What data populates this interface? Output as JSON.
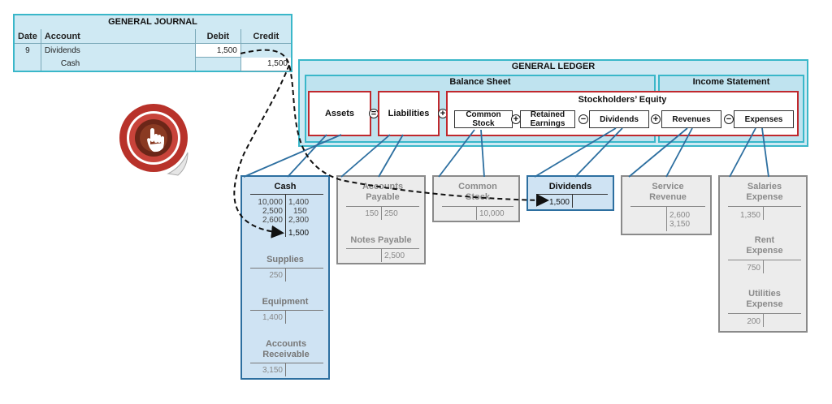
{
  "journal": {
    "title": "GENERAL JOURNAL",
    "headers": {
      "date": "Date",
      "account": "Account",
      "debit": "Debit",
      "credit": "Credit"
    },
    "rows": [
      {
        "date": "9",
        "account": "Dividends",
        "debit": "1,500",
        "credit": ""
      },
      {
        "date": "",
        "account": "Cash",
        "debit": "",
        "credit": "1,500"
      }
    ]
  },
  "ledger": {
    "title": "GENERAL LEDGER",
    "balance_sheet": "Balance Sheet",
    "income_statement": "Income Statement",
    "stockholders_equity": "Stockholders’ Equity",
    "assets": "Assets",
    "liabilities": "Liabilities",
    "common_stock": "Common Stock",
    "retained_earnings": "Retained Earnings",
    "dividends": "Dividends",
    "revenues": "Revenues",
    "expenses": "Expenses",
    "op_equals": "=",
    "op_plus": "+",
    "op_minus": "−"
  },
  "accounts": {
    "cash": {
      "name": "Cash",
      "debits": [
        "10,000",
        "2,500",
        "2,600"
      ],
      "credits": [
        "1,400",
        "150",
        "2,300",
        "1,500"
      ]
    },
    "supplies": {
      "name": "Supplies",
      "debits": [
        "250"
      ]
    },
    "equipment": {
      "name": "Equipment",
      "debits": [
        "1,400"
      ]
    },
    "accounts_receivable": {
      "name": "Accounts Receivable",
      "debits": [
        "3,150"
      ]
    },
    "accounts_payable": {
      "name": "Accounts Payable",
      "debits": [
        "150"
      ],
      "credits": [
        "250"
      ]
    },
    "notes_payable": {
      "name": "Notes Payable",
      "credits": [
        "2,500"
      ]
    },
    "common_stock": {
      "name": "Common Stock",
      "credits": [
        "10,000"
      ]
    },
    "dividends": {
      "name": "Dividends",
      "debits": [
        "1,500"
      ]
    },
    "service_revenue": {
      "name": "Service Revenue",
      "credits": [
        "2,600",
        "3,150"
      ]
    },
    "salaries_expense": {
      "name": "Salaries Expense",
      "debits": [
        "1,350"
      ]
    },
    "rent_expense": {
      "name": "Rent Expense",
      "debits": [
        "750"
      ]
    },
    "utilities_expense": {
      "name": "Utilities Expense",
      "debits": [
        "200"
      ]
    }
  },
  "icons": {
    "pointer": "pointing-hand-icon"
  },
  "colors": {
    "ledger_fill": "#cfe9f3",
    "ledger_border": "#3ab7c9",
    "red_border": "#c0282d",
    "t_border": "#2d6fa0",
    "icon_red": "#b8322a"
  }
}
